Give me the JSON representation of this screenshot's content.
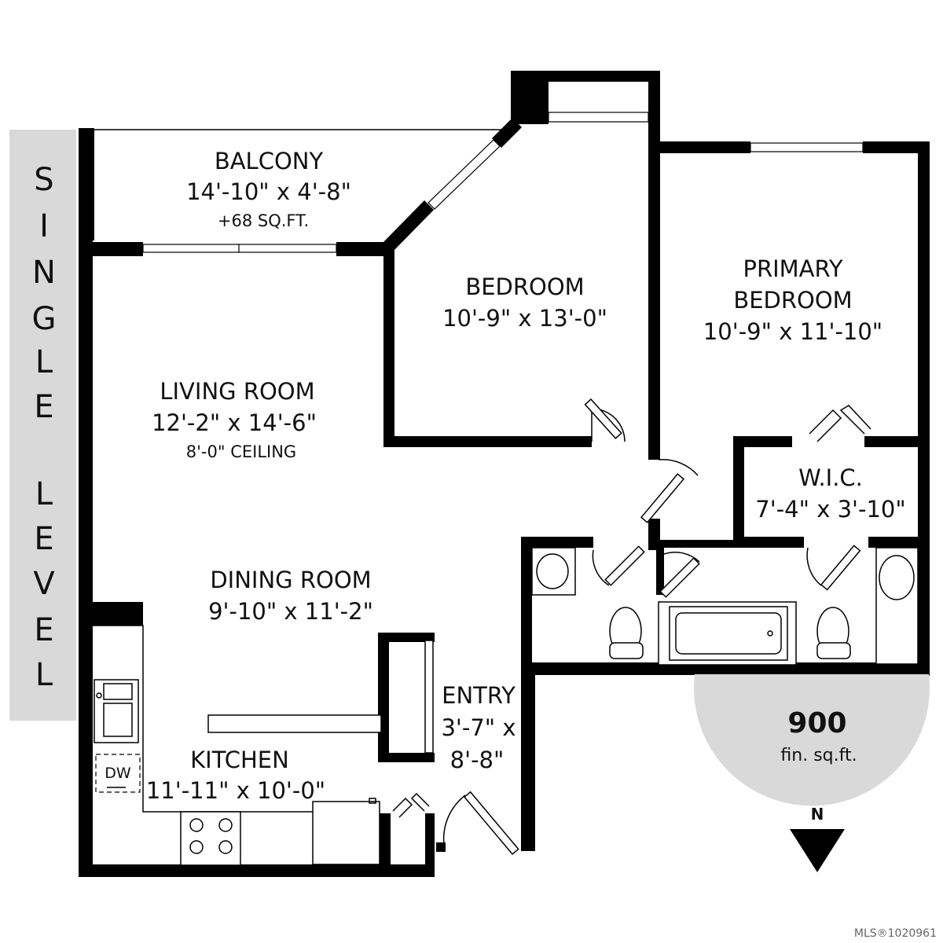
{
  "side_label": {
    "letters_single": [
      "S",
      "I",
      "N",
      "G",
      "L",
      "E"
    ],
    "letters_level": [
      "L",
      "E",
      "V",
      "E",
      "L"
    ],
    "background": "#d9d9d9"
  },
  "rooms": {
    "balcony": {
      "name": "BALCONY",
      "dims": "14'-10\" x 4'-8\"",
      "note": "+68 SQ.FT."
    },
    "bedroom": {
      "name": "BEDROOM",
      "dims": "10'-9\" x 13'-0\""
    },
    "primary": {
      "name_line1": "PRIMARY",
      "name_line2": "BEDROOM",
      "dims": "10'-9\" x 11'-10\""
    },
    "living": {
      "name": "LIVING ROOM",
      "dims": "12'-2\" x 14'-6\"",
      "note": "8'-0\" CEILING"
    },
    "wic": {
      "name": "W.I.C.",
      "dims": "7'-4\" x 3'-10\""
    },
    "dining": {
      "name": "DINING ROOM",
      "dims": "9'-10\" x 11'-2\""
    },
    "entry": {
      "name": "ENTRY",
      "dims_line1": "3'-7\" x",
      "dims_line2": "8'-8\""
    },
    "kitchen": {
      "name": "KITCHEN",
      "dims": "11'-11\" x 10'-0\""
    }
  },
  "appliances": {
    "dishwasher": "DW"
  },
  "area_badge": {
    "value": "900",
    "unit": "fin. sq.ft.",
    "background": "#d9d9d9"
  },
  "compass": {
    "label": "N"
  },
  "mls": "MLS®1020961",
  "colors": {
    "wall": "#000000",
    "badge": "#d9d9d9"
  }
}
